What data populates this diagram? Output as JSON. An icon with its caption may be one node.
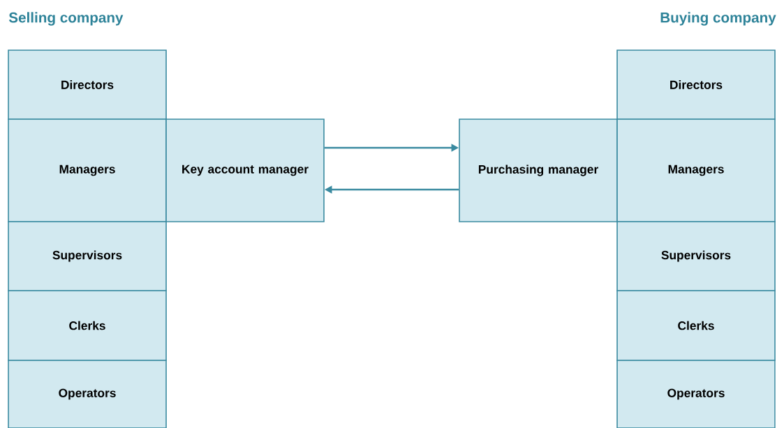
{
  "diagram": {
    "nodes": [
      {
        "text": [
          "Directors"
        ]
      },
      {
        "text": [
          "Managers"
        ]
      },
      {
        "text": [
          "Supervisors"
        ]
      },
      {
        "text": [
          "Clerks"
        ]
      },
      {
        "text": [
          "Operators"
        ]
      },
      {
        "text": [
          "Key account manager"
        ]
      },
      {
        "text": [
          "Purchasing manager"
        ]
      },
      {
        "text": [
          "Directors"
        ]
      },
      {
        "text": [
          "Managers"
        ]
      },
      {
        "text": [
          "Supervisors"
        ]
      },
      {
        "text": [
          "Clerks"
        ]
      },
      {
        "text": [
          "Operators"
        ]
      }
    ],
    "edges": [
      {
        "from": 5,
        "to": 6,
        "arrow": "to"
      },
      {
        "from": 6,
        "to": 5,
        "arrow": "to"
      }
    ],
    "labels": [
      "Selling company",
      "Buying company"
    ]
  }
}
